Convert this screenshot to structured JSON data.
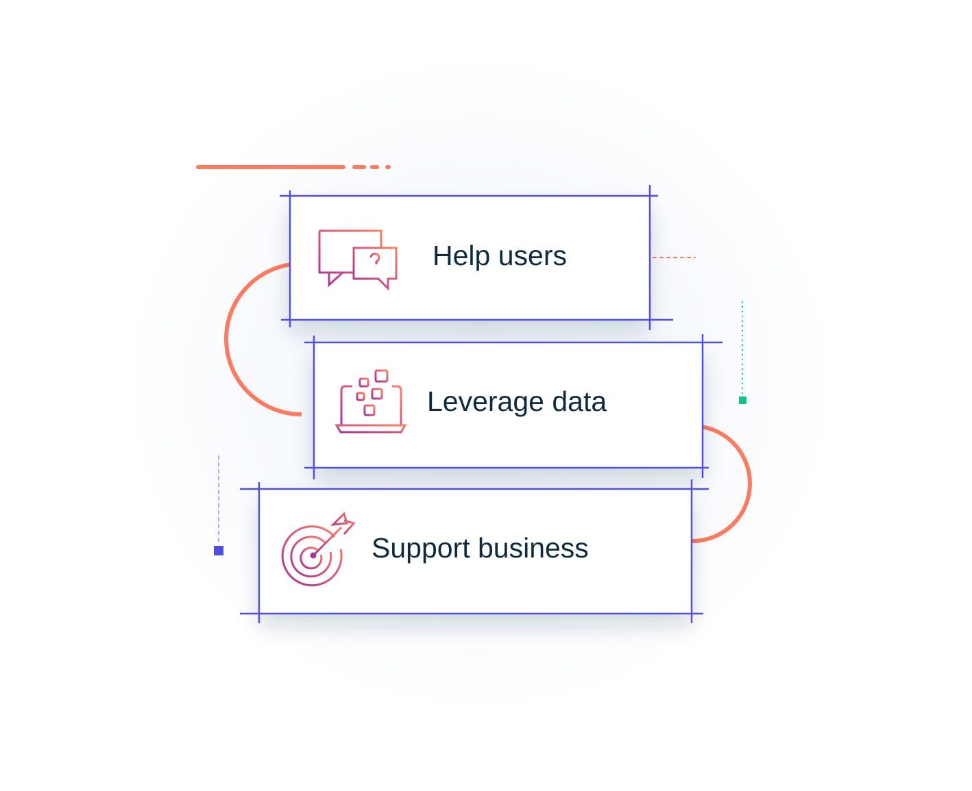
{
  "cards": [
    {
      "label": "Help users",
      "icon": "chat-question-icon"
    },
    {
      "label": "Leverage data",
      "icon": "laptop-data-icon"
    },
    {
      "label": "Support business",
      "icon": "target-arrow-icon"
    }
  ],
  "colors": {
    "frame": "#4f4fe0",
    "accent": "#fb7c63",
    "green": "#16c08a",
    "text": "#0f2a3d",
    "icon_start": "#a33497",
    "icon_end": "#fd7f62"
  }
}
